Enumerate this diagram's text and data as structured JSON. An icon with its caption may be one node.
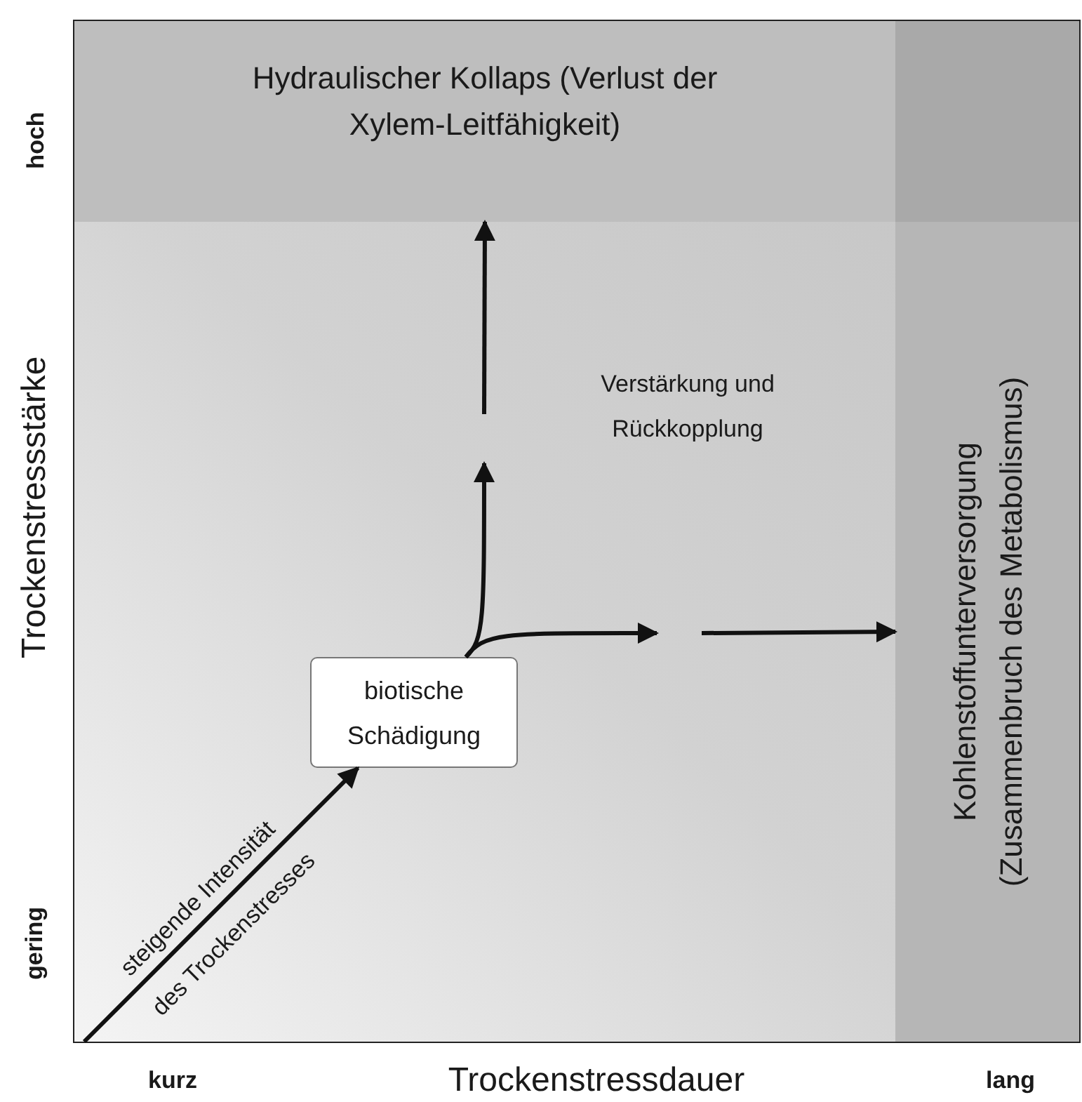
{
  "diagram": {
    "nodes": [
      {
        "text": [
          "Hydraulischer Kollaps (Verlust der Xylem-Leitfähigkeit)"
        ]
      },
      {
        "text": [
          "Kohlenstoffunterversorgung (Zusammenbruch des Metabolismus)"
        ]
      },
      {
        "text": [
          "biotische Schädigung"
        ]
      }
    ],
    "edges": [
      {
        "from": null,
        "to": 2,
        "arrow": "to",
        "label": "steigende Intensität des Trockenstresses"
      },
      {
        "from": 2,
        "to": null,
        "arrow": "to"
      },
      {
        "from": null,
        "to": 0,
        "arrow": "to"
      },
      {
        "from": 2,
        "to": null,
        "arrow": "to"
      },
      {
        "from": null,
        "to": 1,
        "arrow": "to"
      }
    ],
    "labels": [
      "hoch",
      "Trockenstressstärke",
      "Verstärkung und Rückkopplung",
      "gering",
      "kurz",
      "Trockenstressdauer",
      "lang"
    ]
  }
}
